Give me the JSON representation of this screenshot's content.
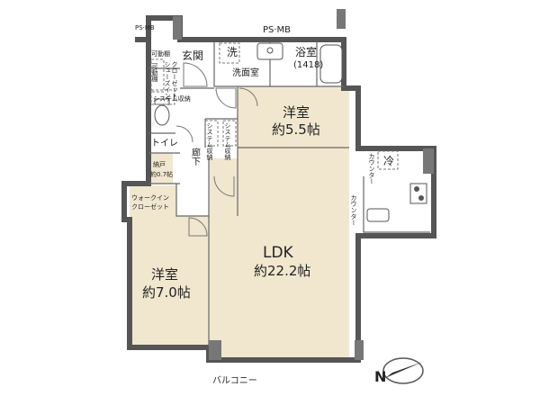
{
  "labels": {
    "ps_mb_top_left": "PS·MB",
    "ps_mb_top": "PS·MB",
    "entrance": "玄関",
    "wash_machine": "洗",
    "bath": "浴室",
    "bath_size": "(1418)",
    "washroom": "洗面室",
    "movable_shelf": "可動棚",
    "shoes_closet_1": "シューズイン",
    "shoes_closet_2": "クローゼット",
    "movable_shelf_2": "可動棚",
    "system_storage_left": "システム収納",
    "toilet": "トイレ",
    "corridor": "廊下",
    "storage_label": "納戸",
    "storage_size": "約0.7帖",
    "western_55_name": "洋室",
    "western_55_size": "約5.5帖",
    "system_storage_a": "システム収納",
    "system_storage_b": "システム収納",
    "fridge": "冷",
    "counter_left": "カウンター",
    "counter_right": "カウンター",
    "walkin_1": "ウォークイン",
    "walkin_2": "クローゼット",
    "ldk_name": "LDK",
    "ldk_size": "約22.2帖",
    "western_70_name": "洋室",
    "western_70_size": "約7.0帖",
    "balcony": "バルコニー",
    "compass_letter": "N"
  }
}
